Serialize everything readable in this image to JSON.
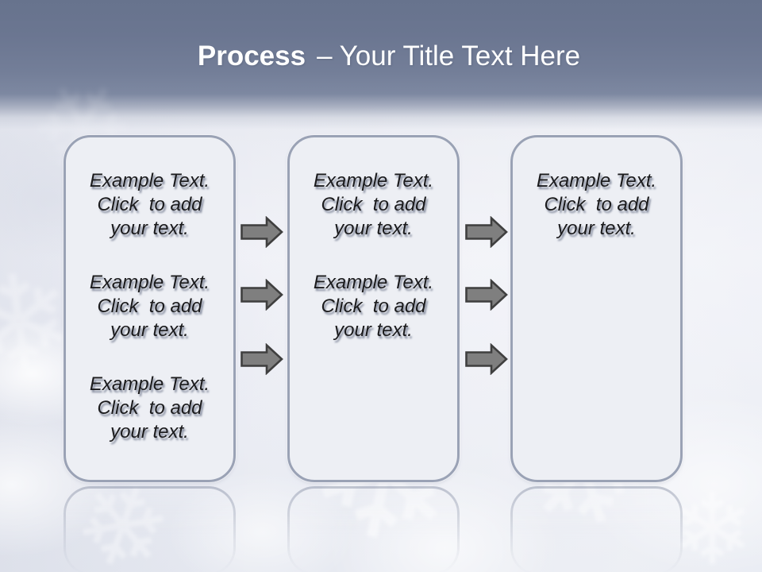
{
  "slide": {
    "title": {
      "keyword": "Process",
      "rest": "– Your Title Text Here"
    },
    "columns": [
      {
        "paragraphs": [
          "Example Text.\nClick  to add\nyour text.",
          "Example Text.\nClick  to add\nyour text.",
          "Example Text.\nClick  to add\nyour text."
        ]
      },
      {
        "paragraphs": [
          "Example Text.\nClick  to add\nyour text.",
          "Example Text.\nClick  to add\nyour text."
        ]
      },
      {
        "paragraphs": [
          "Example Text.\nClick  to add\nyour text."
        ]
      }
    ],
    "arrows": {
      "direction": "right",
      "groups": 2,
      "arrows_per_group": 3
    },
    "decor": {
      "snowflake_glyph": "❄"
    },
    "colors": {
      "band_top": "#67738d",
      "band_bottom": "#7d88a1",
      "background": "#eceef4",
      "box_fill": "#edeff4",
      "box_border": "#9aa2b5",
      "arrow_fill": "#7f7f7f",
      "arrow_outline": "#3f3f3f",
      "title_text": "#ffffff",
      "body_text": "#1b1b1d"
    }
  }
}
